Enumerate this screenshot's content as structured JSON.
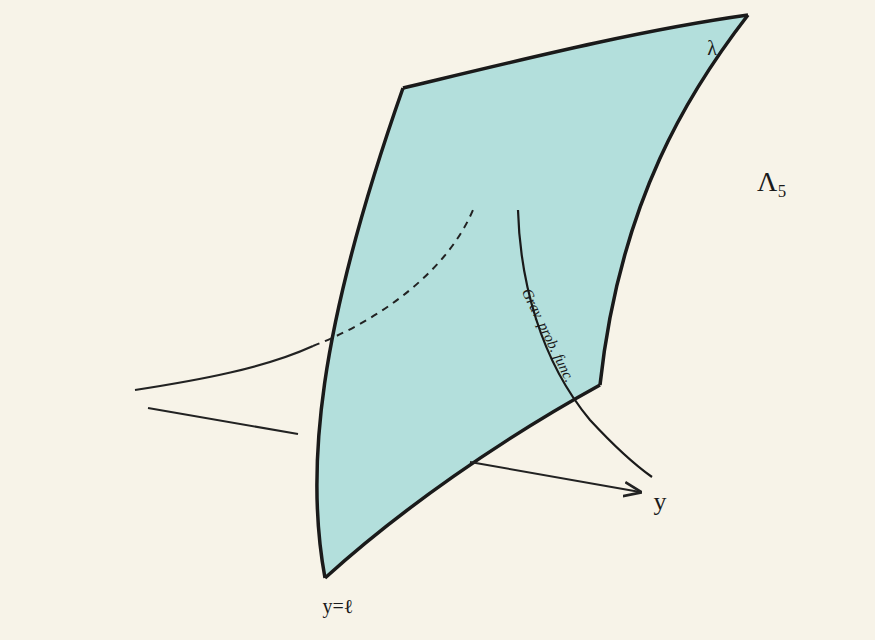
{
  "diagram": {
    "labels": [
      "λ",
      "Λ₅",
      "Grav. prob. func.",
      "y",
      "y=ℓ"
    ]
  }
}
